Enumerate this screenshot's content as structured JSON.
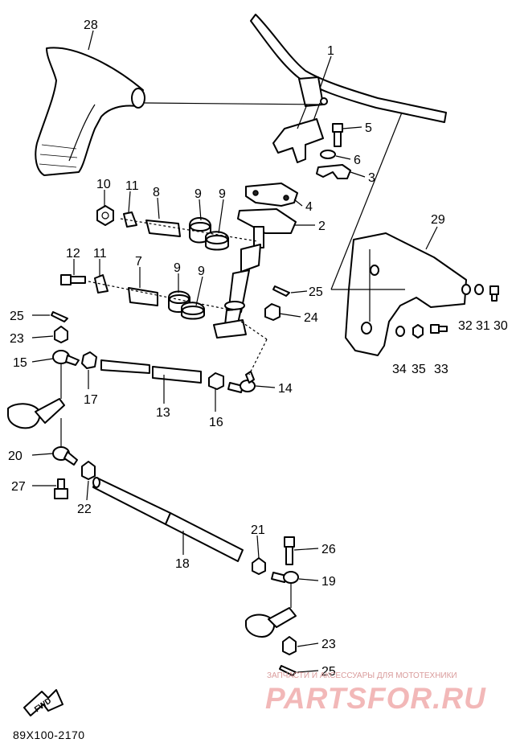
{
  "diagram": {
    "code": "89X100-2170",
    "fwd_label": "FWD",
    "watermark": {
      "line1": "ЗАПЧАСТИ И АКСЕССУАРЫ ДЛЯ МОТОТЕХНИКИ",
      "logo": "PARTSFOR.RU"
    },
    "callouts": [
      "1",
      "2",
      "3",
      "4",
      "5",
      "6",
      "7",
      "8",
      "9",
      "9",
      "9",
      "9",
      "10",
      "11",
      "11",
      "12",
      "13",
      "14",
      "15",
      "16",
      "17",
      "18",
      "19",
      "20",
      "21",
      "22",
      "23",
      "23",
      "24",
      "25",
      "25",
      "25",
      "26",
      "27",
      "28",
      "29",
      "30",
      "31",
      "32",
      "33",
      "34",
      "35"
    ]
  }
}
